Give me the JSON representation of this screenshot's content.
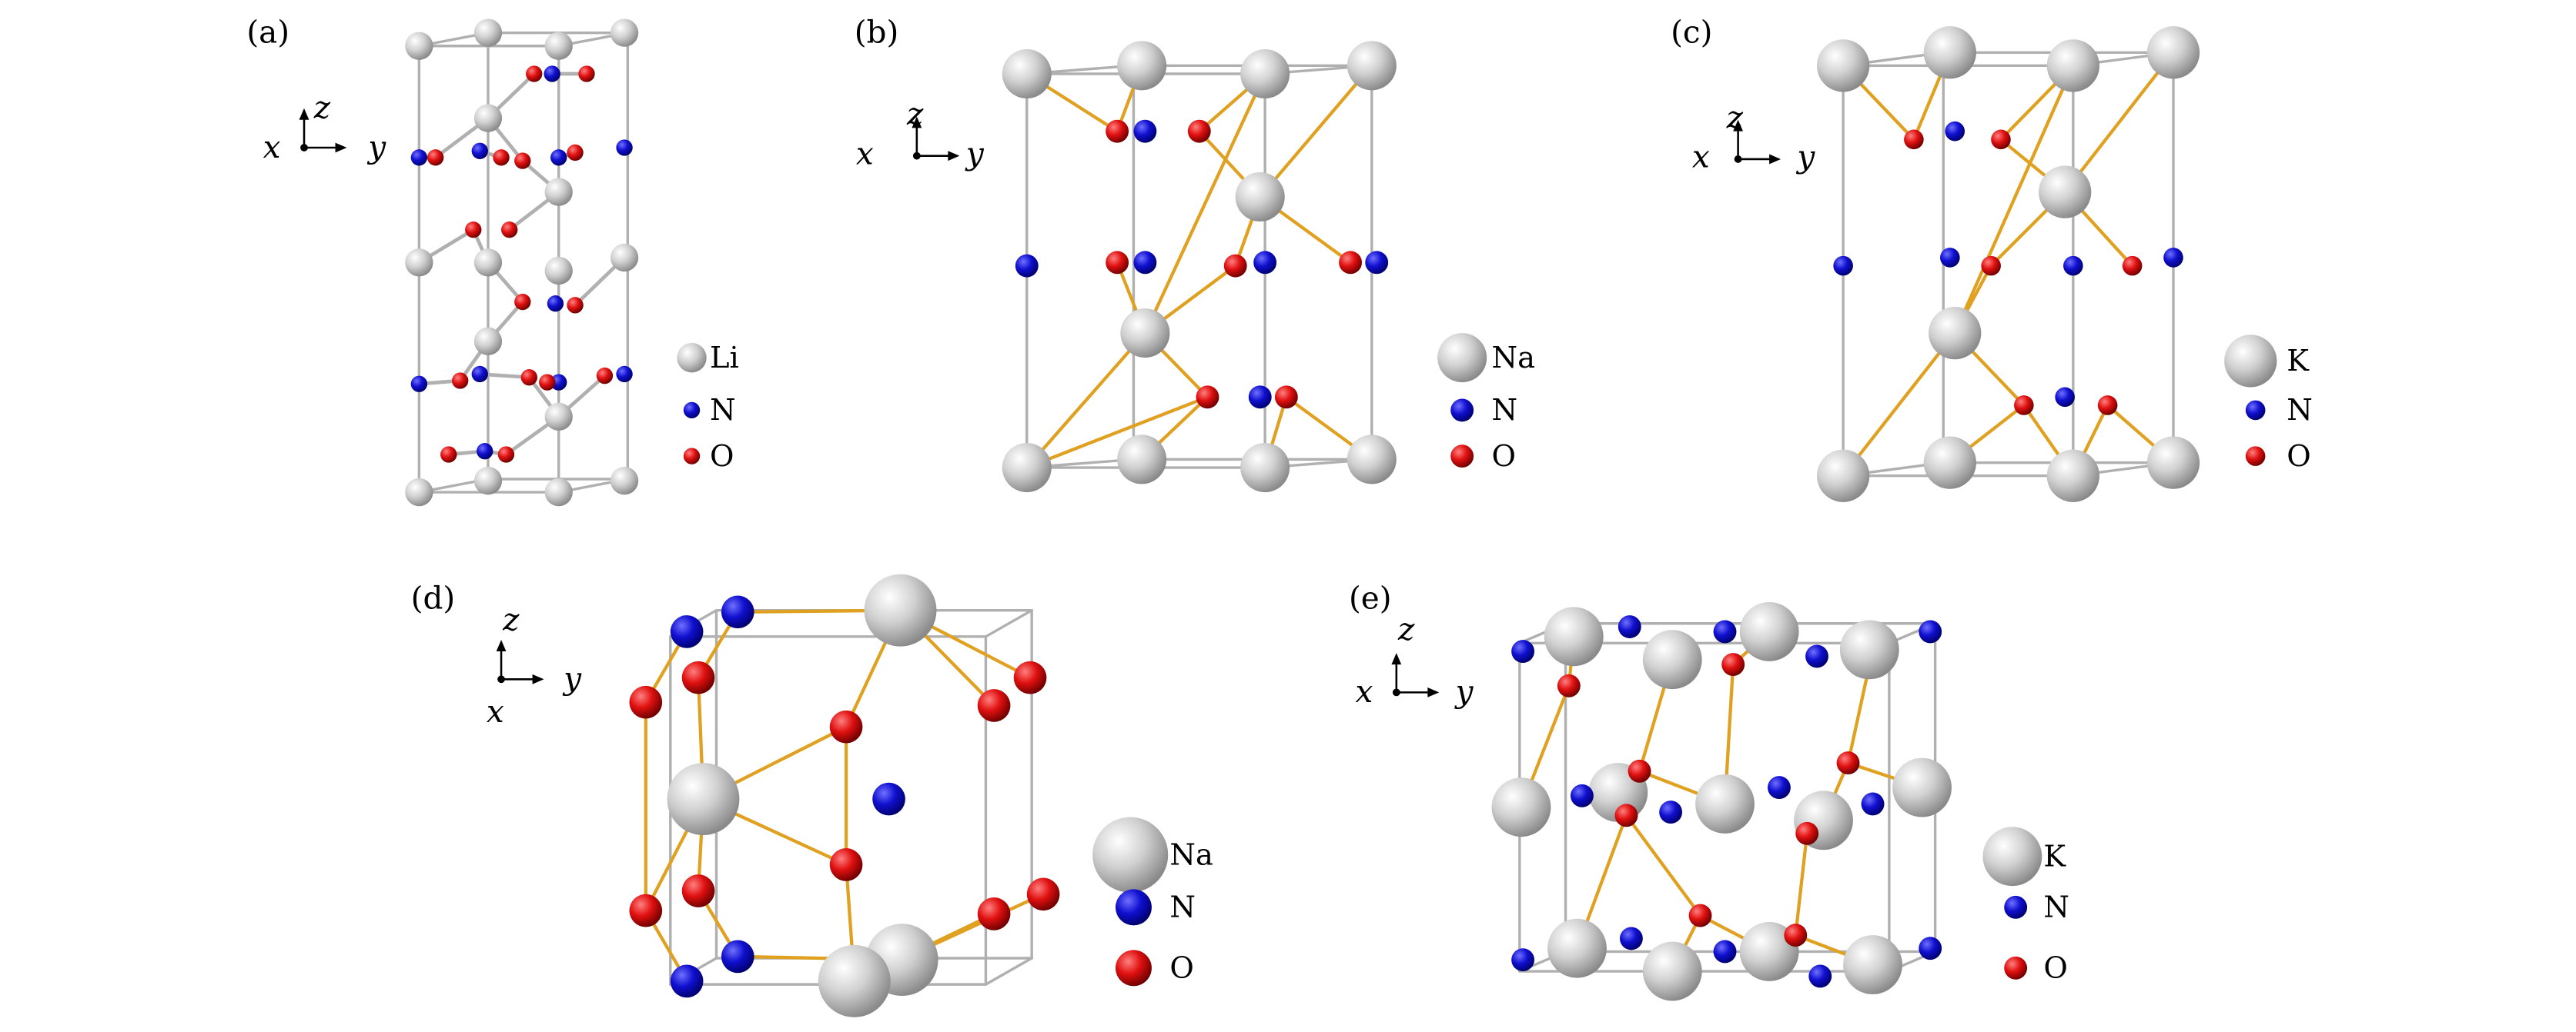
{
  "panels": [
    {
      "label": "(a)",
      "legend": [
        "Li",
        "N",
        "O"
      ]
    },
    {
      "label": "(b)",
      "legend": [
        "Na",
        "N",
        "O"
      ]
    },
    {
      "label": "(c)",
      "legend": [
        "K",
        "N",
        "O"
      ]
    },
    {
      "label": "(d)",
      "legend": [
        "Na",
        "N",
        "O"
      ]
    },
    {
      "label": "(e)",
      "legend": [
        "K",
        "N",
        "O"
      ]
    }
  ],
  "axes": {
    "x": "x",
    "y": "y",
    "z": "z"
  },
  "colors": {
    "metal": "#c8c8c8",
    "N": "#1010d0",
    "O": "#e01010",
    "bond": "#e0a020",
    "cell": "#b0b0b0"
  }
}
